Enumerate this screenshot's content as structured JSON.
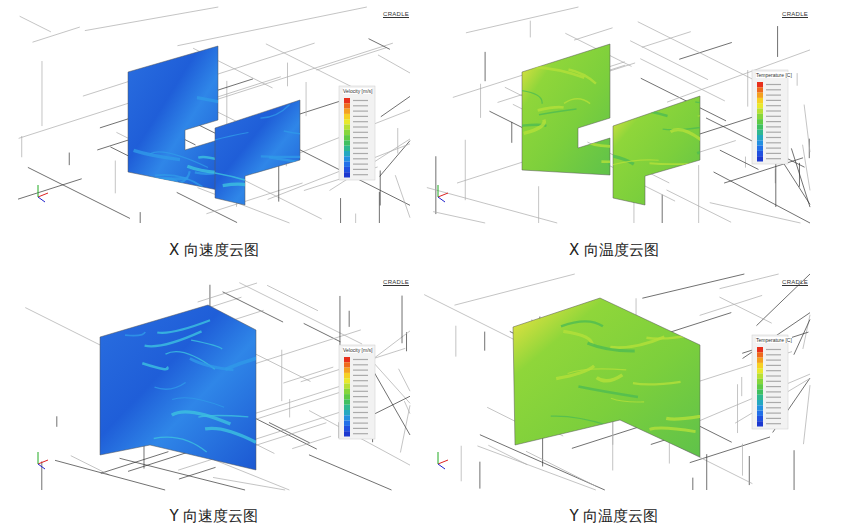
{
  "diagram": {
    "labels": [
      "CRADLE",
      "Velocity [m/s]",
      "CRADLE",
      "Temperature [C]",
      "X 向速度云图",
      "X 向温度云图",
      "CRADLE",
      "Velocity [m/s]",
      "CRADLE",
      "Temperature [C]",
      "Y 向速度云图",
      "Y 向温度云图"
    ]
  }
}
